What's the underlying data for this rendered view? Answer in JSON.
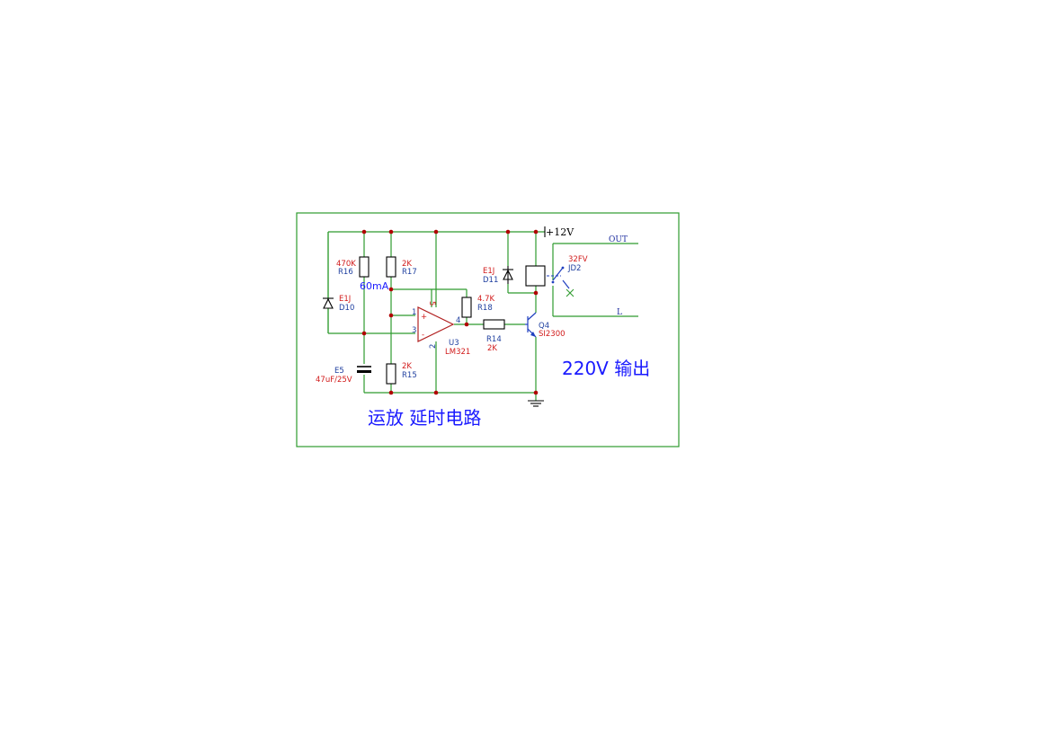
{
  "labels": {
    "r16_value": "470K",
    "r16_ref": "R16",
    "r17_value": "2K",
    "r17_ref": "R17",
    "d10_value": "E1J",
    "d10_ref": "D10",
    "current_note": "60mA",
    "r18_value": "4.7K",
    "r18_ref": "R18",
    "d11_value": "E1J",
    "d11_ref": "D11",
    "supply": "+12V",
    "out": "OUT",
    "line": "L",
    "jd2_value": "32FV",
    "jd2_ref": "JD2",
    "u3_pin5": "5",
    "u3_pin1": "1",
    "u3_pin3": "3",
    "u3_pin4": "4",
    "u3_pin2": "2",
    "u3_plus": "+",
    "u3_minus": "-",
    "u3_ref": "U3",
    "u3_value": "LM321",
    "r14_ref": "R14",
    "r14_value": "2K",
    "q4_ref": "Q4",
    "q4_value": "SI2300",
    "e5_ref": "E5",
    "e5_value": "47uF/25V",
    "r15_value": "2K",
    "r15_ref": "R15",
    "title_output": "220V 输出",
    "title_circuit": "运放 延时电路"
  },
  "colors": {
    "wire": "#2e9b2e",
    "junction": "#b00000",
    "value_text": "#d11a1a",
    "ref_text": "#1f3f9f",
    "title_text": "#1a1aff"
  }
}
